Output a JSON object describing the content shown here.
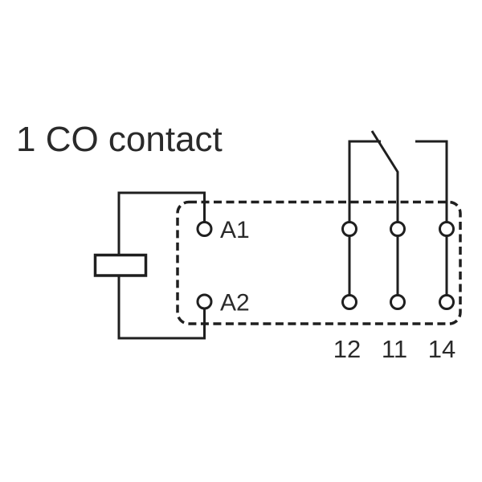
{
  "title": "1 CO contact",
  "coil": {
    "terminal_top": "A1",
    "terminal_bottom": "A2"
  },
  "contacts": {
    "nc": "12",
    "common": "11",
    "no": "14"
  },
  "colors": {
    "line": "#1f1f1f",
    "text": "#2a2a2a",
    "background": "#ffffff"
  }
}
